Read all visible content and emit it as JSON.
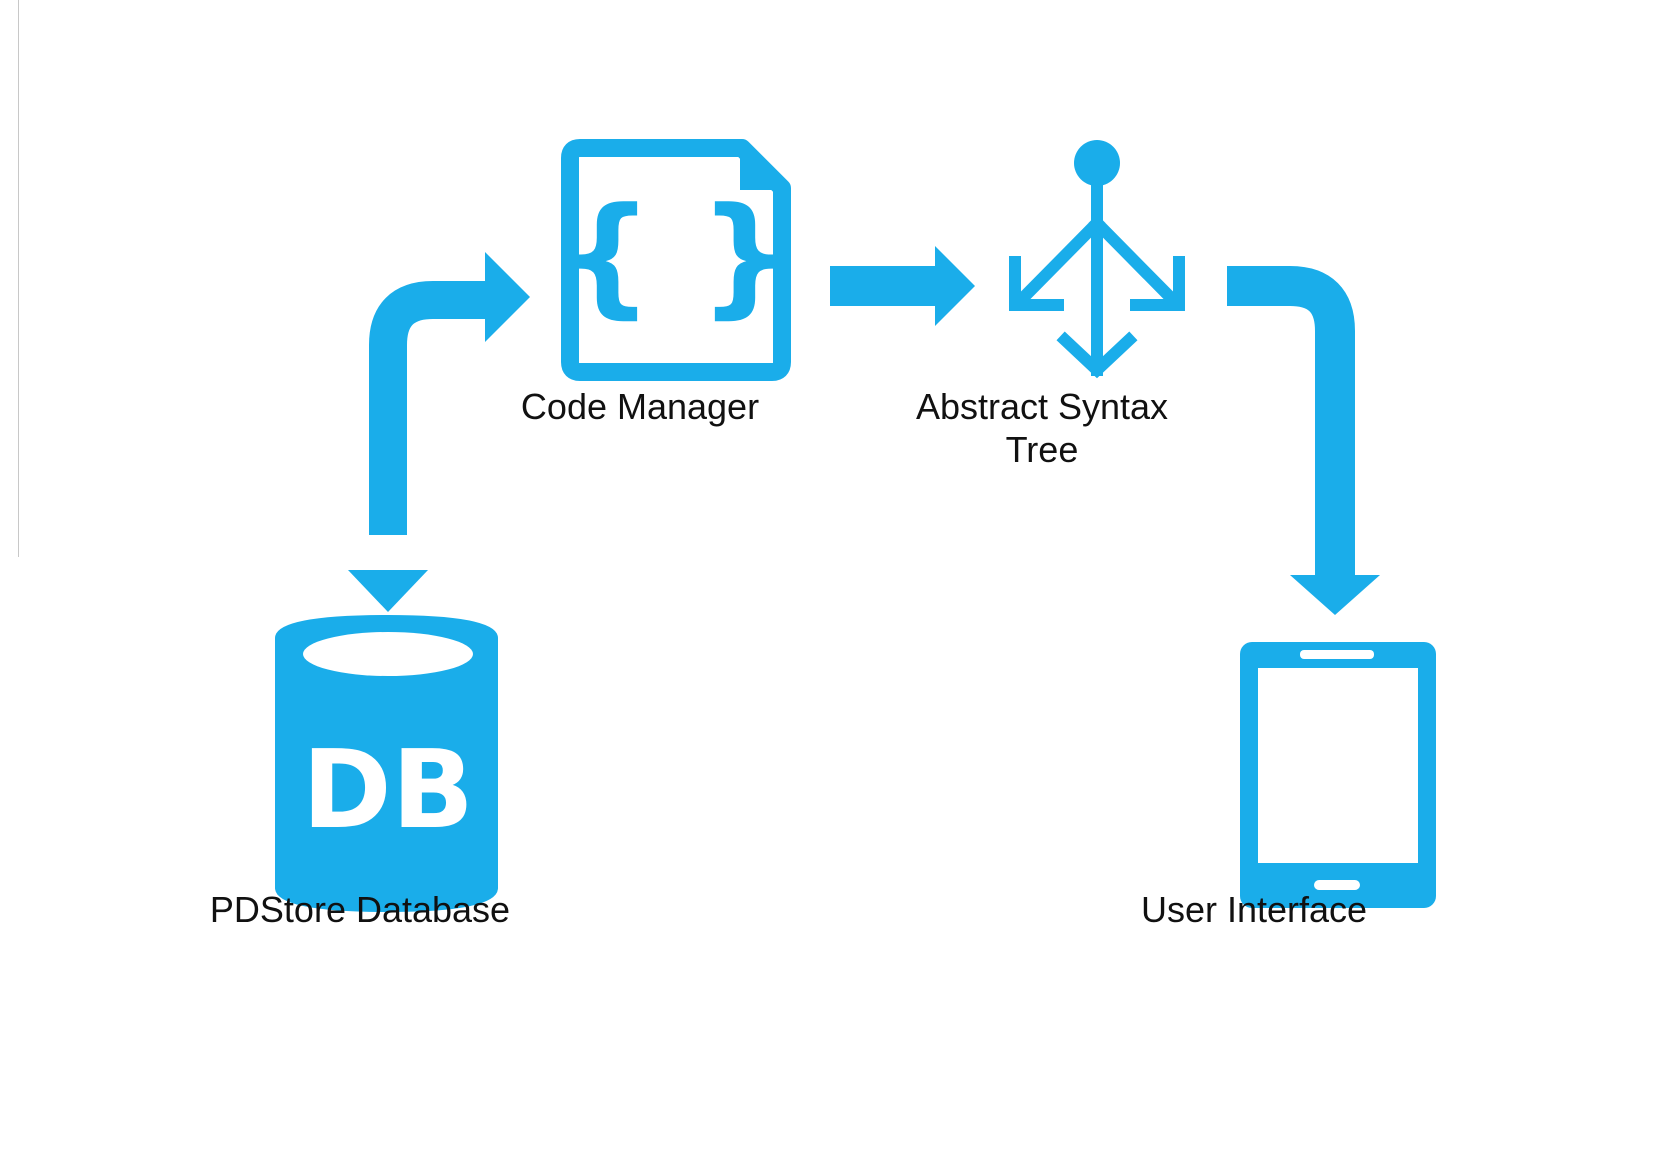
{
  "colors": {
    "accent": "#1AADEA",
    "background": "#FFFFFF",
    "text": "#111111"
  },
  "nodes": {
    "code_manager": {
      "label": "Code Manager",
      "icon": "code-file-icon"
    },
    "ast": {
      "label_line1": "Abstract Syntax",
      "label_line2": "Tree",
      "icon": "tree-icon"
    },
    "database": {
      "label": "PDStore Database",
      "icon": "database-icon",
      "icon_text": "DB"
    },
    "ui": {
      "label": "User Interface",
      "icon": "tablet-icon"
    }
  },
  "edges": [
    {
      "from": "PDStore Database",
      "to": "Code Manager",
      "direction": "bidirectional"
    },
    {
      "from": "Code Manager",
      "to": "Abstract Syntax Tree",
      "direction": "forward"
    },
    {
      "from": "Abstract Syntax Tree",
      "to": "User Interface",
      "direction": "forward"
    }
  ]
}
